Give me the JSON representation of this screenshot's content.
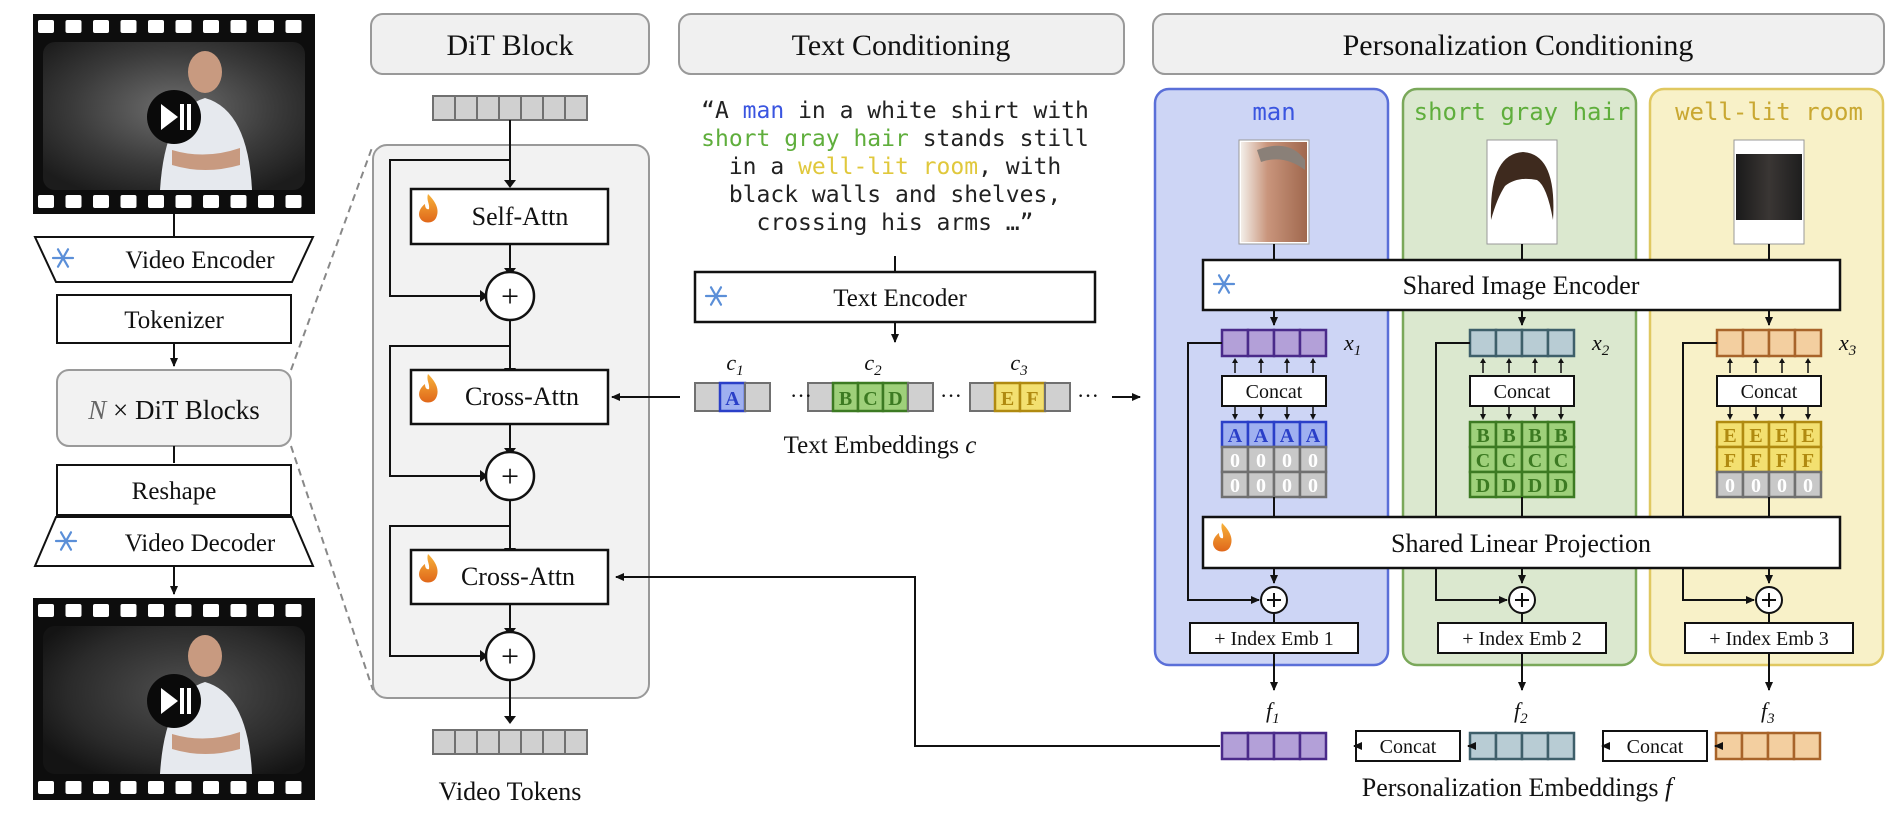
{
  "sections": {
    "dit": "DiT Block",
    "text": "Text Conditioning",
    "personalization": "Personalization Conditioning"
  },
  "left": {
    "video_encoder": "Video Encoder",
    "tokenizer": "Tokenizer",
    "n": "N",
    "times_dit": " × DiT Blocks",
    "reshape": "Reshape",
    "video_decoder": "Video Decoder"
  },
  "dit": {
    "self_attn": "Self-Attn",
    "cross_attn_1": "Cross-Attn",
    "cross_attn_2": "Cross-Attn",
    "plus": "+",
    "video_tokens": "Video Tokens"
  },
  "text": {
    "prompt_lines": [
      [
        {
          "t": "“A ",
          "c": "#222222"
        },
        {
          "t": "man",
          "c": "#3a55e0"
        },
        {
          "t": " in a white shirt with",
          "c": "#222222"
        }
      ],
      [
        {
          "t": "short gray hair",
          "c": "#5fae3c"
        },
        {
          "t": " stands still",
          "c": "#222222"
        }
      ],
      [
        {
          "t": "in a ",
          "c": "#222222"
        },
        {
          "t": "well-lit room",
          "c": "#e0c83c"
        },
        {
          "t": ", with",
          "c": "#222222"
        }
      ],
      [
        {
          "t": "black walls and shelves,",
          "c": "#222222"
        }
      ],
      [
        {
          "t": "crossing his arms …”",
          "c": "#222222"
        }
      ]
    ],
    "encoder": "Text Encoder",
    "c1": "c",
    "c1_sub": "1",
    "c2": "c",
    "c2_sub": "2",
    "c3": "c",
    "c3_sub": "3",
    "token_a": "A",
    "tokens_bcd": [
      "B",
      "C",
      "D"
    ],
    "tokens_ef": [
      "E",
      "F"
    ],
    "ellipsis": "···",
    "embeddings_label": "Text Embeddings ",
    "embeddings_var": "c"
  },
  "personalization": {
    "shared_image_encoder": "Shared Image Encoder",
    "shared_linear_projection": "Shared Linear Projection",
    "concat": "Concat",
    "embeddings_label": "Personalization Embeddings ",
    "embeddings_var": "f",
    "columns": [
      {
        "title": "man",
        "title_color": "#3a55e0",
        "bg": "#cdd5f5",
        "border": "#5a6fd8",
        "token_fill": "#b3a0d8",
        "token_stroke": "#4a2a8a",
        "x_var": "x",
        "x_sub": "1",
        "grid": [
          [
            "A",
            "A",
            "A",
            "A"
          ],
          [
            "0",
            "0",
            "0",
            "0"
          ],
          [
            "0",
            "0",
            "0",
            "0"
          ]
        ],
        "index_emb": "+ Index Emb 1",
        "f_var": "f",
        "f_sub": "1"
      },
      {
        "title": "short gray hair",
        "title_color": "#5fae3c",
        "bg": "#dbe8cf",
        "border": "#7aa85a",
        "token_fill": "#b8ccd4",
        "token_stroke": "#3e5f6a",
        "x_var": "x",
        "x_sub": "2",
        "grid": [
          [
            "B",
            "B",
            "B",
            "B"
          ],
          [
            "C",
            "C",
            "C",
            "C"
          ],
          [
            "D",
            "D",
            "D",
            "D"
          ]
        ],
        "index_emb": "+ Index Emb 2",
        "f_var": "f",
        "f_sub": "2"
      },
      {
        "title": "well-lit room",
        "title_color": "#c9a832",
        "bg": "#f8f1c8",
        "border": "#e0c860",
        "token_fill": "#f3cfa0",
        "token_stroke": "#a8642a",
        "x_var": "x",
        "x_sub": "3",
        "grid": [
          [
            "E",
            "E",
            "E",
            "E"
          ],
          [
            "F",
            "F",
            "F",
            "F"
          ],
          [
            "0",
            "0",
            "0",
            "0"
          ]
        ],
        "index_emb": "+ Index Emb 3",
        "f_var": "f",
        "f_sub": "3"
      }
    ]
  },
  "colors": {
    "token_gray": "#d0d0d0",
    "token_gray_stroke": "#707070",
    "a_fill": "#9fb0f0",
    "a_stroke": "#2a3fc8",
    "bcd_fill": "#9ed07a",
    "bcd_stroke": "#3c7a22",
    "ef_fill": "#f3e070",
    "ef_stroke": "#b08a10",
    "zero_fill": "#c8c8c8",
    "zero_stroke": "#707070"
  },
  "icons": {
    "freeze": "snowflake-icon",
    "train": "flame-icon",
    "play": "play-pause-icon"
  }
}
